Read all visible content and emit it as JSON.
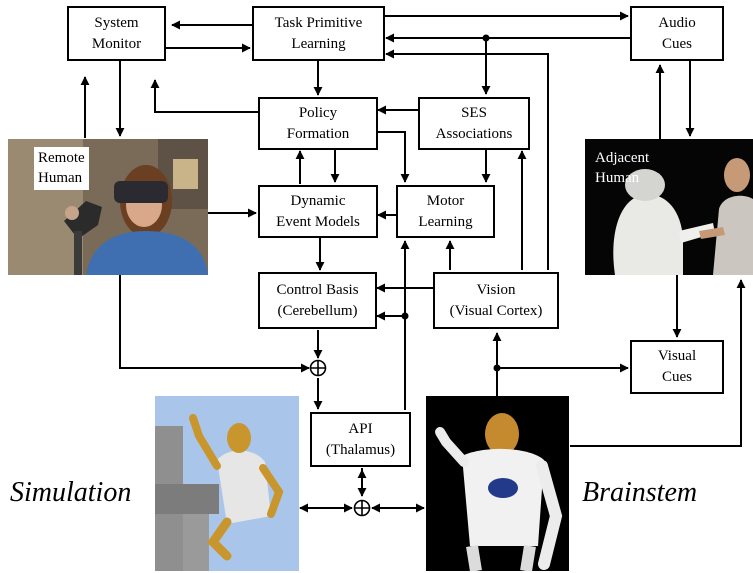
{
  "boxes": {
    "system_monitor": [
      "System",
      "Monitor"
    ],
    "task_primitive_learning": [
      "Task Primitive",
      "Learning"
    ],
    "audio_cues": [
      "Audio",
      "Cues"
    ],
    "policy_formation": [
      "Policy",
      "Formation"
    ],
    "ses_associations": [
      "SES",
      "Associations"
    ],
    "dynamic_event_models": [
      "Dynamic",
      "Event Models"
    ],
    "motor_learning": [
      "Motor",
      "Learning"
    ],
    "control_basis": [
      "Control Basis",
      "(Cerebellum)"
    ],
    "vision": [
      "Vision",
      "(Visual Cortex)"
    ],
    "visual_cues": [
      "Visual",
      "Cues"
    ],
    "api": [
      "API",
      "(Thalamus)"
    ]
  },
  "photos": {
    "remote_human": [
      "Remote",
      "Human"
    ],
    "adjacent_human": [
      "Adjacent",
      "Human"
    ]
  },
  "captions": {
    "simulation": "Simulation",
    "brainstem": "Brainstem"
  }
}
